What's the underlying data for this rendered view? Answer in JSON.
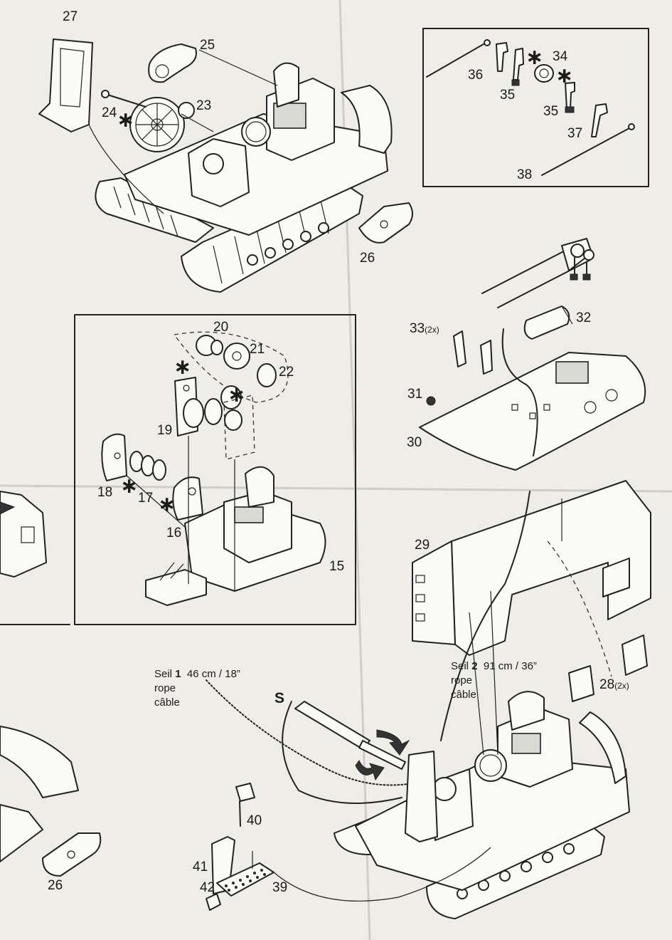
{
  "parts": {
    "p15": "15",
    "p16": "16",
    "p17": "17",
    "p18": "18",
    "p19": "19",
    "p20": "20",
    "p21": "21",
    "p22": "22",
    "p23": "23",
    "p24": "24",
    "p25": "25",
    "p26": "26",
    "p27": "27",
    "p29": "29",
    "p30": "30",
    "p31": "31",
    "p32": "32",
    "p34": "34",
    "p35": "35",
    "p36": "36",
    "p37": "37",
    "p38": "38",
    "p39": "39",
    "p40": "40",
    "p41": "41",
    "p42": "42"
  },
  "qty": {
    "p33_num": "33",
    "p33_qty": "(2x)",
    "p28_num": "28",
    "p28_qty": "(2x)"
  },
  "glue_mark": "∗",
  "tool_label": "S",
  "rope1": {
    "word": "Seil",
    "num": "1",
    "length": "46 cm / 18”",
    "en": "rope",
    "fr": "câble"
  },
  "rope2": {
    "word": "Seil",
    "num": "2",
    "length": "91 cm / 36”",
    "en": "rope",
    "fr": "câble"
  }
}
